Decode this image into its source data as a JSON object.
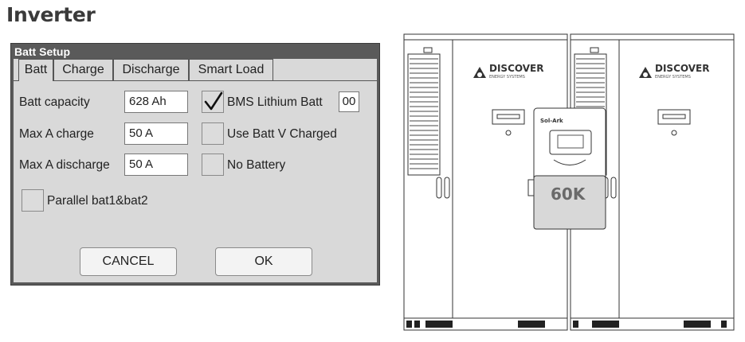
{
  "page_title": "Inverter",
  "dialog": {
    "title": "Batt Setup",
    "tabs": [
      {
        "label": "Batt",
        "active": true
      },
      {
        "label": "Charge",
        "active": false
      },
      {
        "label": "Discharge",
        "active": false
      },
      {
        "label": "Smart Load",
        "active": false
      }
    ],
    "fields": {
      "batt_capacity": {
        "label": "Batt capacity",
        "value": "628 Ah"
      },
      "max_a_charge": {
        "label": "Max A charge",
        "value": "50 A"
      },
      "max_a_discharge": {
        "label": "Max A discharge",
        "value": "50 A"
      }
    },
    "checkboxes": {
      "bms_lithium_batt": {
        "label": "BMS Lithium Batt",
        "checked": true,
        "value": "00"
      },
      "use_batt_v_charged": {
        "label": "Use Batt V Charged",
        "checked": false
      },
      "no_battery": {
        "label": "No Battery",
        "checked": false
      },
      "parallel_bat": {
        "label": "Parallel bat1&bat2",
        "checked": false
      }
    },
    "buttons": {
      "cancel": "CANCEL",
      "ok": "OK"
    }
  },
  "illustration": {
    "cabinet_brand": "DISCOVER",
    "cabinet_sub": "ENERGY SYSTEMS",
    "inverter_brand": "Sol-Ark",
    "inverter_model": "60K"
  }
}
